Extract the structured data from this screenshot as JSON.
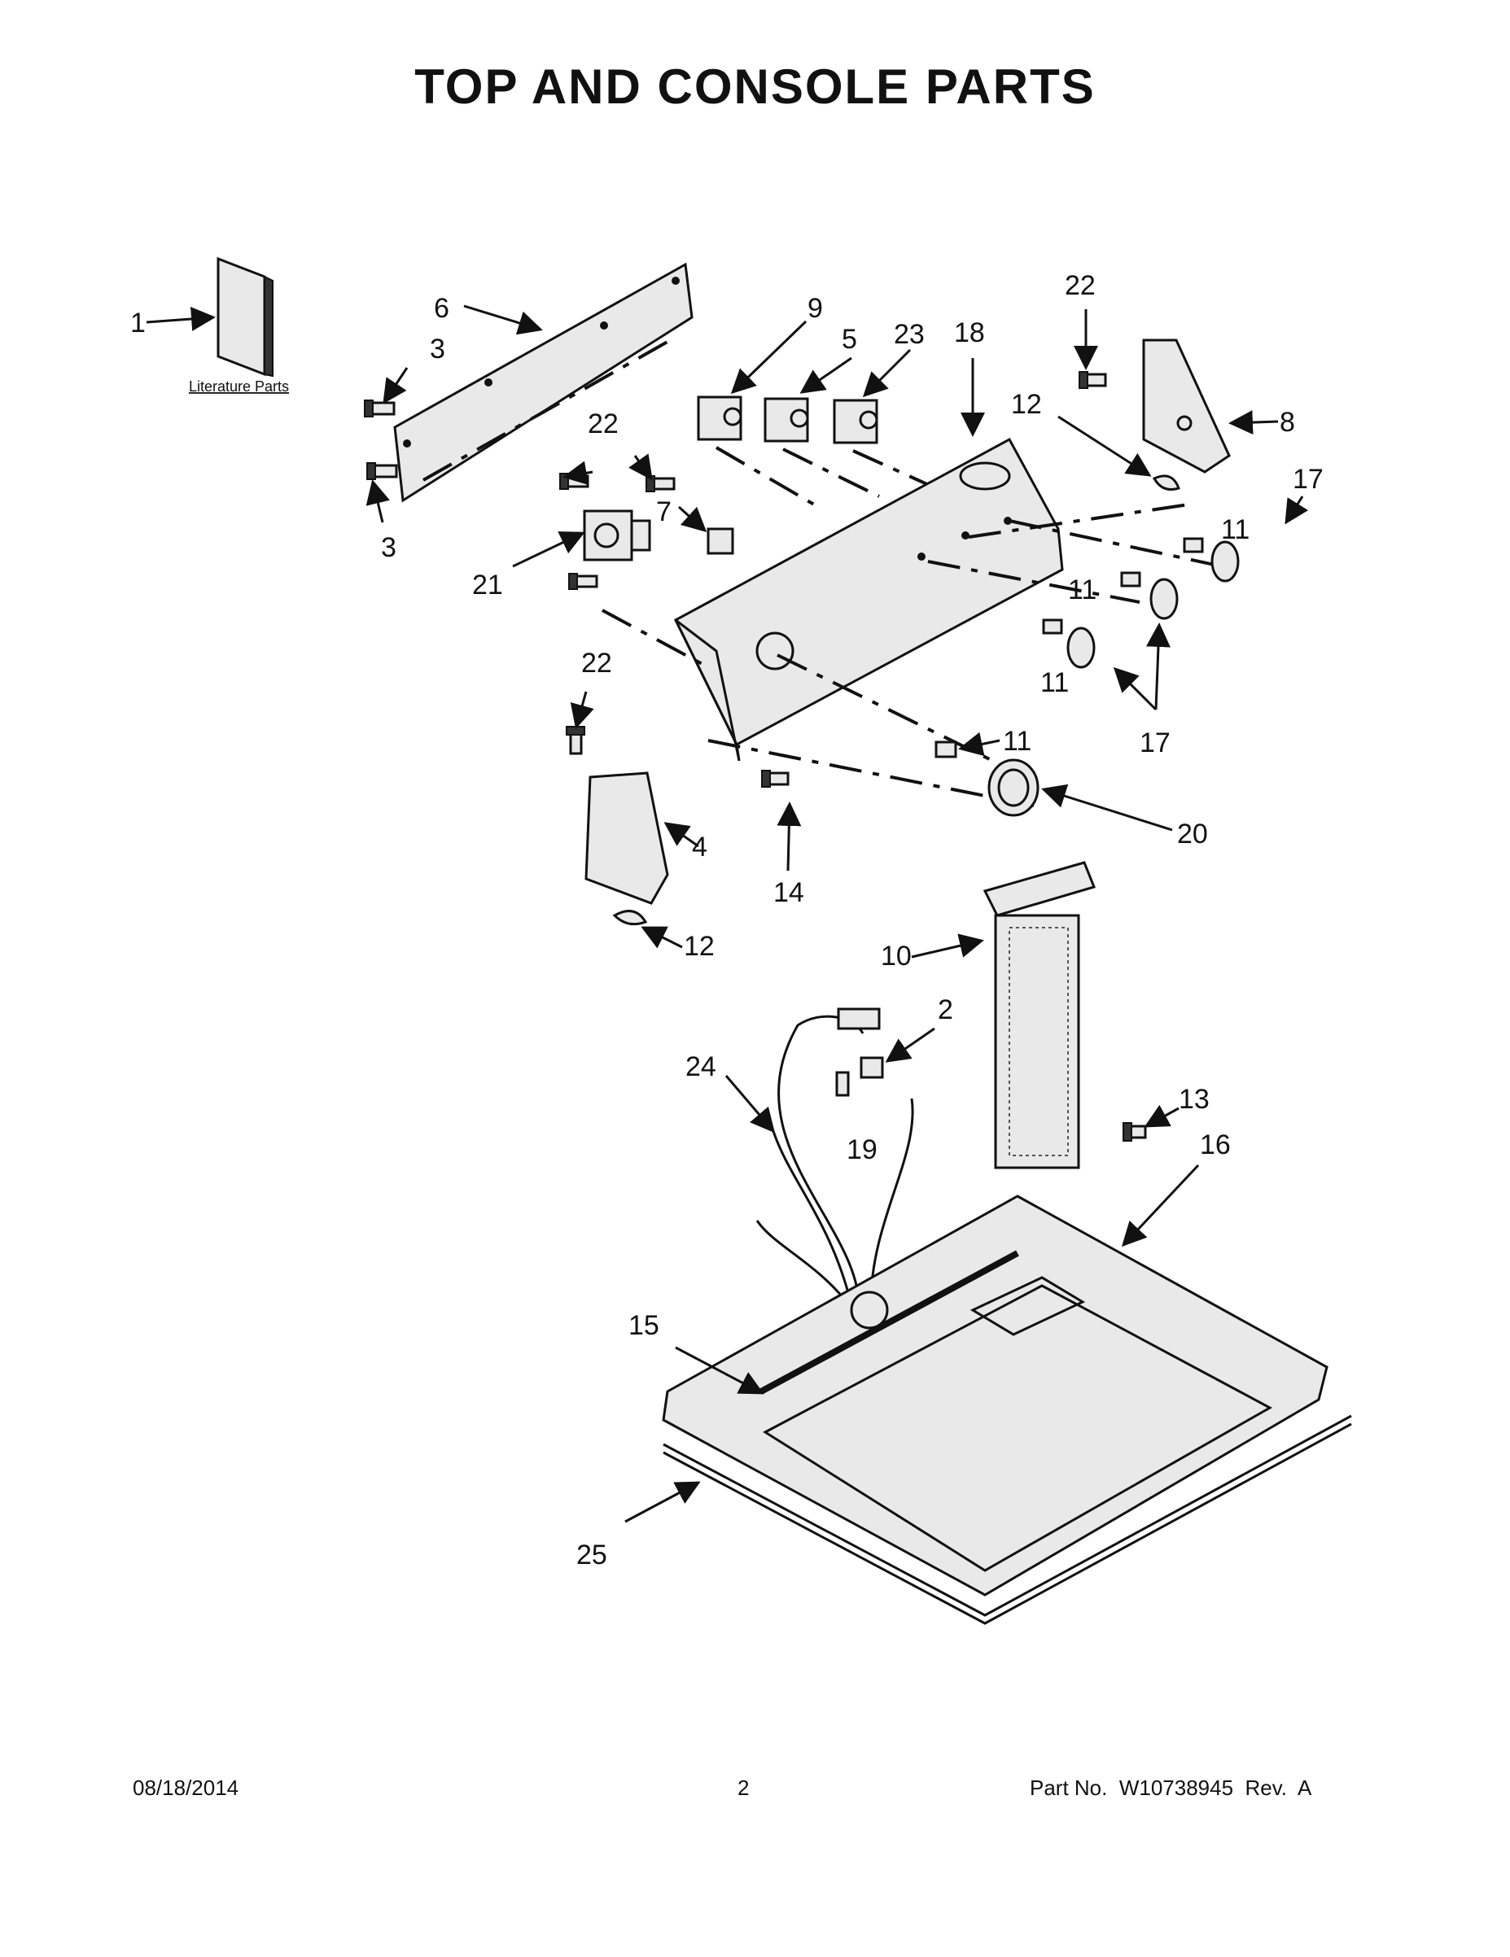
{
  "title": "TOP AND CONSOLE PARTS",
  "literature_label": "Literature Parts",
  "callouts": {
    "c1": "1",
    "c2": "2",
    "c3a": "3",
    "c3b": "3",
    "c4": "4",
    "c5": "5",
    "c6": "6",
    "c7": "7",
    "c8": "8",
    "c9": "9",
    "c10": "10",
    "c11a": "11",
    "c11b": "11",
    "c11c": "11",
    "c11d": "11",
    "c12a": "12",
    "c12b": "12",
    "c13": "13",
    "c14": "14",
    "c15": "15",
    "c16": "16",
    "c17a": "17",
    "c17b": "17",
    "c18": "18",
    "c19": "19",
    "c20": "20",
    "c21": "21",
    "c22a": "22",
    "c22b": "22",
    "c22c": "22",
    "c23": "23",
    "c24": "24",
    "c25": "25"
  },
  "footer": {
    "date": "08/18/2014",
    "page": "2",
    "part_no": "Part No.  W10738945  Rev.  A"
  }
}
